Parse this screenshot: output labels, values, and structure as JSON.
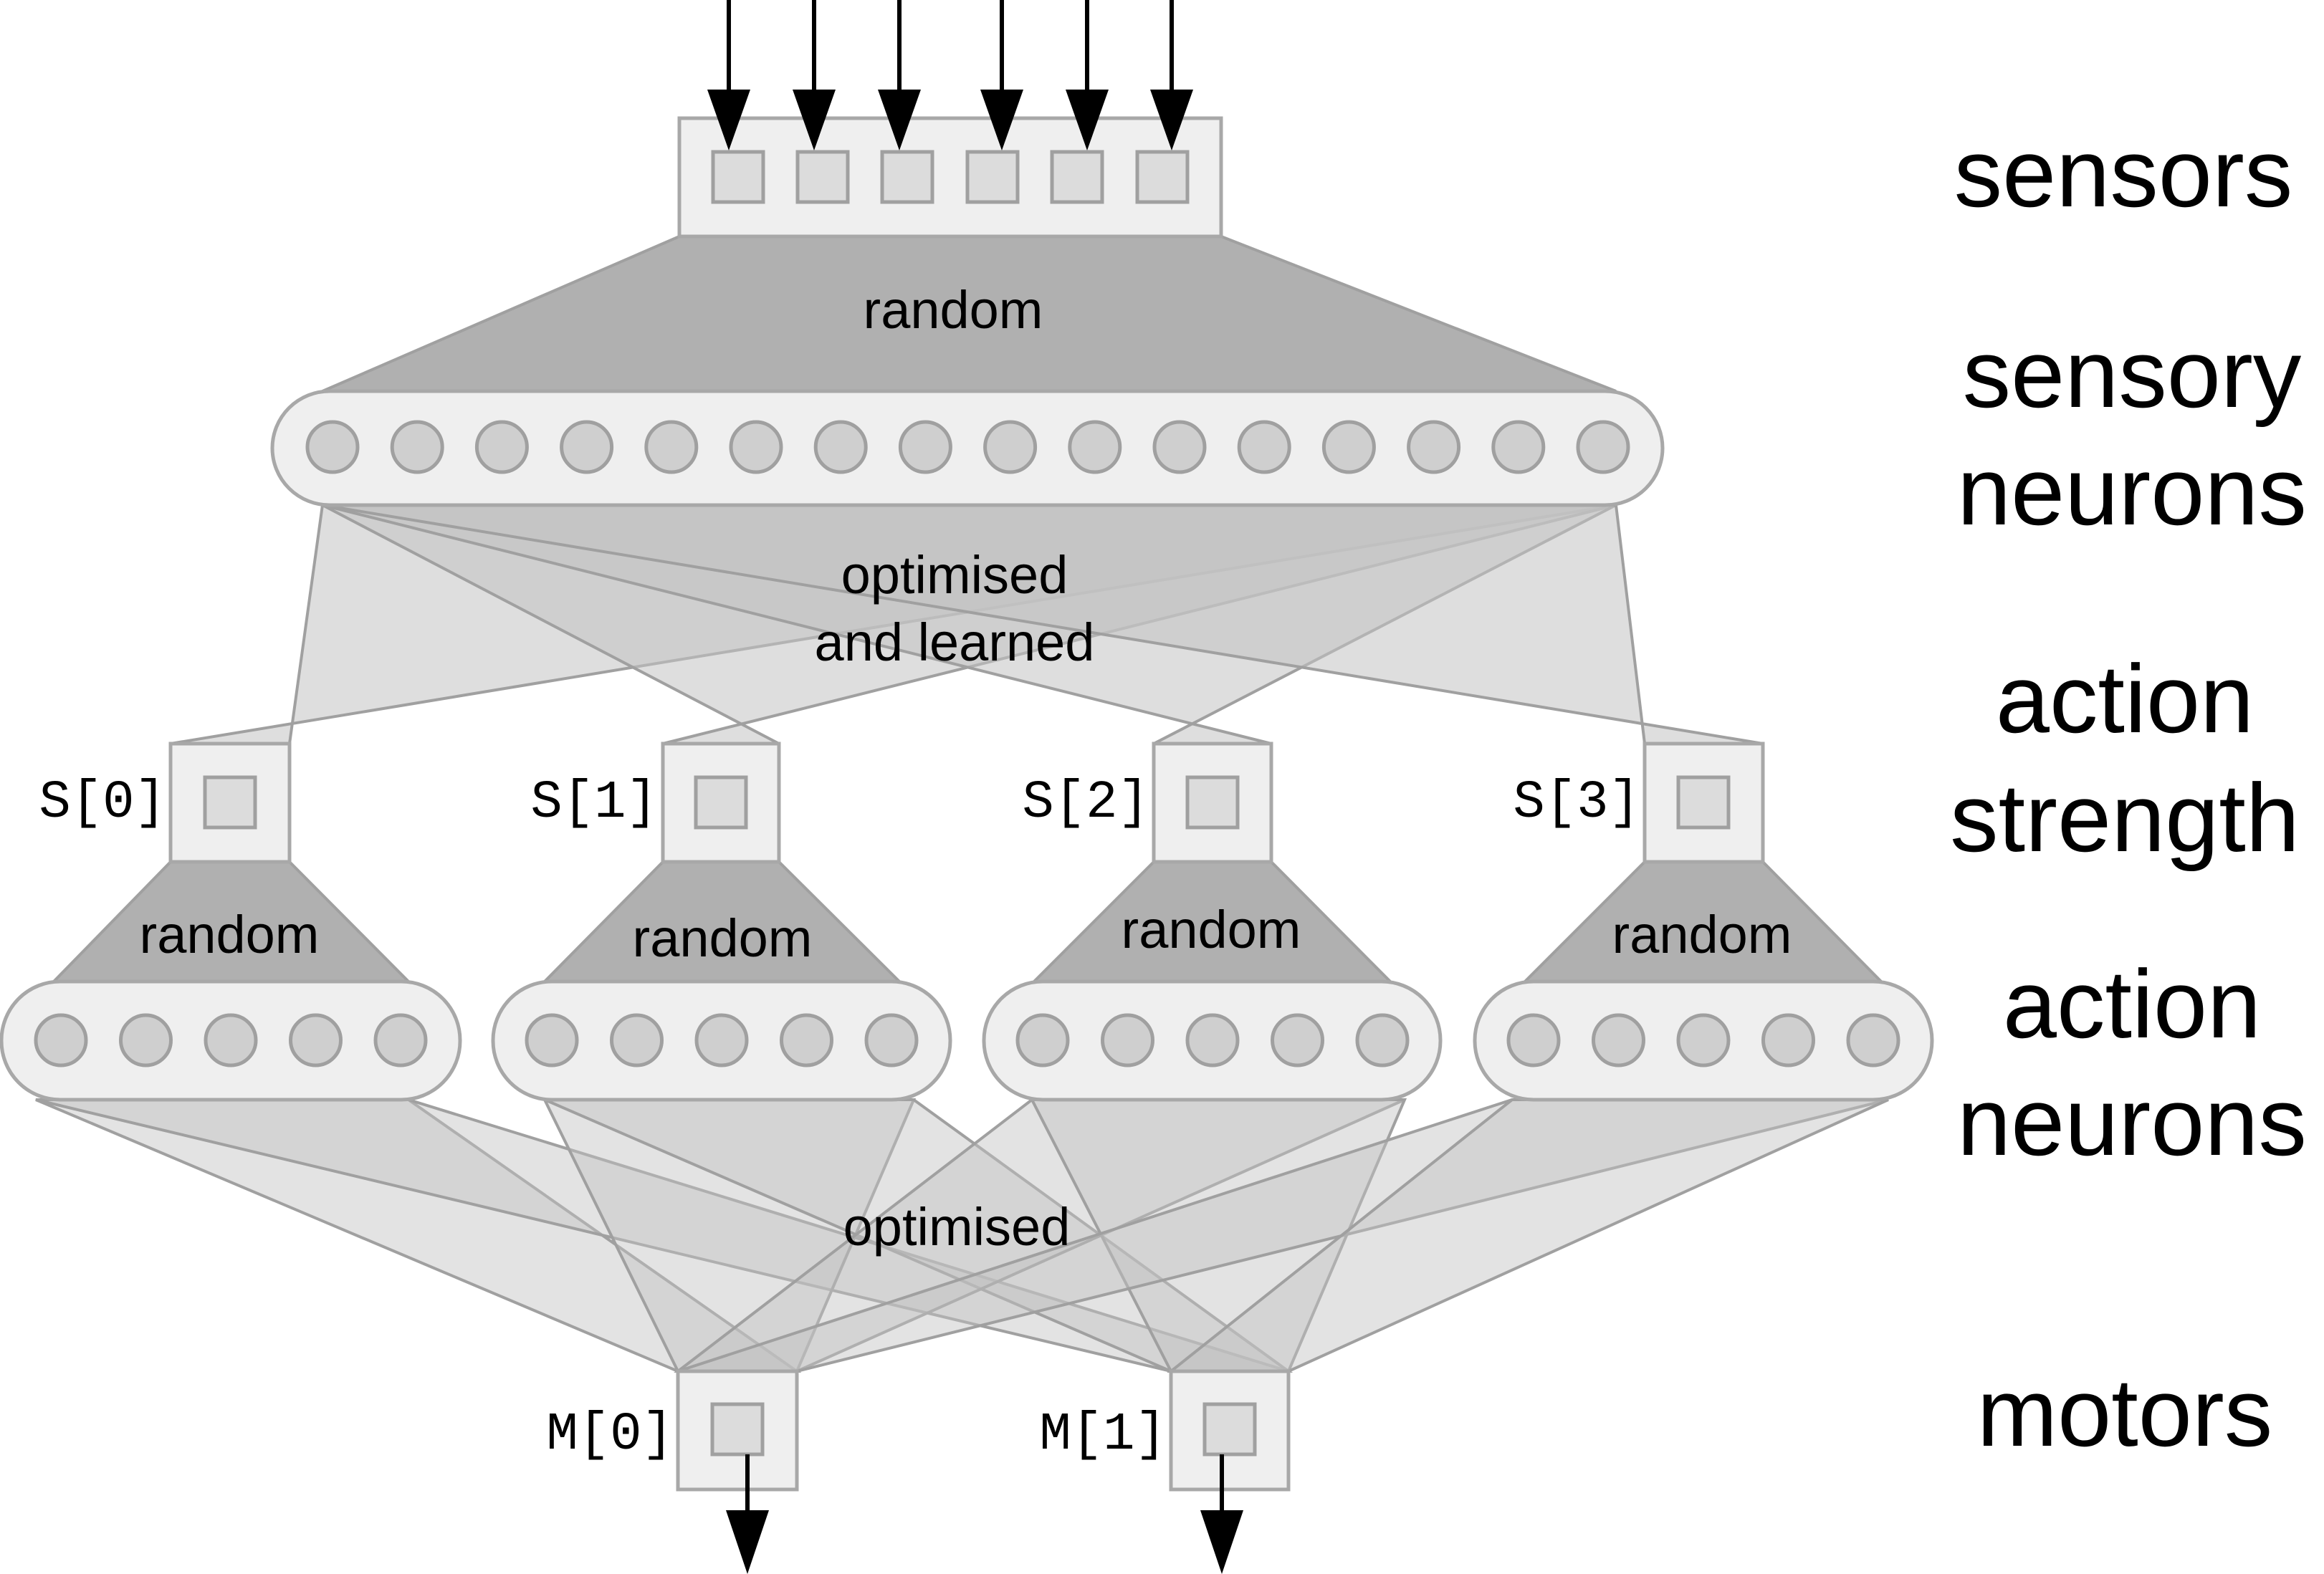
{
  "tiers": {
    "sensors": "sensors",
    "sensory_neurons_line1": "sensory",
    "sensory_neurons_line2": "neurons",
    "action_strength_line1": "action",
    "action_strength_line2": "strength",
    "action_neurons_line1": "action",
    "action_neurons_line2": "neurons",
    "motors": "motors"
  },
  "connections": {
    "sensor_to_sensory": "random",
    "sensory_to_strength_line1": "optimised",
    "sensory_to_strength_line2": "and learned",
    "strength_to_action": [
      "random",
      "random",
      "random",
      "random"
    ],
    "action_to_motor": "optimised"
  },
  "strength_units": [
    "S[0]",
    "S[1]",
    "S[2]",
    "S[3]"
  ],
  "motor_units": [
    "M[0]",
    "M[1]"
  ],
  "colors": {
    "box_fill": "#efefef",
    "box_stroke": "#a8a8a8",
    "node_fill": "#cfcfcf",
    "dark_projection": "#b0b0b0",
    "light_projection": "#c9c9c9",
    "arrow": "#000000"
  }
}
